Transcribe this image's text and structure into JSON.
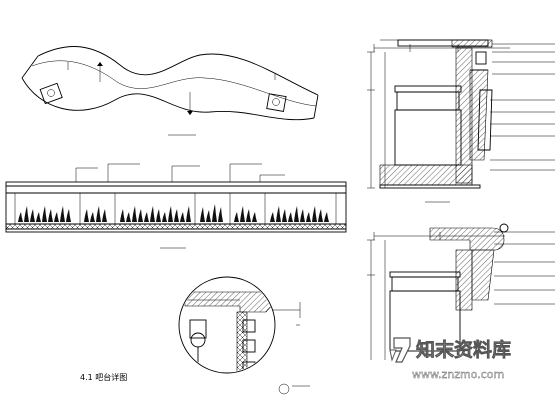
{
  "titles": {
    "detail_title": "4.1 吧台详图"
  },
  "watermark": {
    "main": "知末资料库",
    "url": "www.znzmo.com"
  }
}
